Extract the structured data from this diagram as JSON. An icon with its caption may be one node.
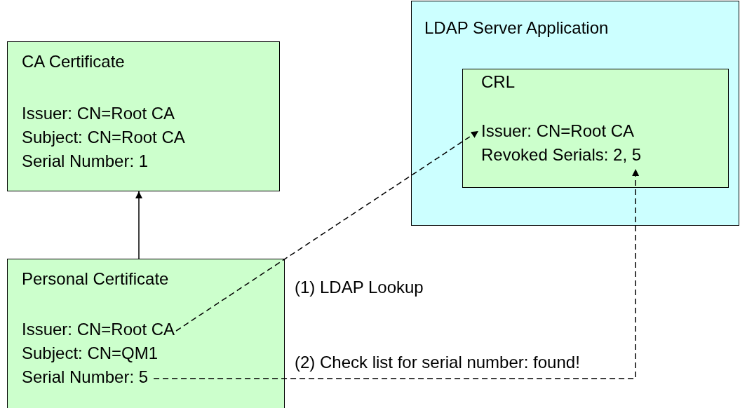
{
  "diagram": {
    "nodes": [
      {
        "text": [
          "CA Certificate",
          "Issuer: CN=Root CA",
          "Subject: CN=Root CA",
          "Serial Number: 1"
        ]
      },
      {
        "text": [
          "LDAP Server Application"
        ]
      },
      {
        "text": [
          "CRL"
        ],
        "in": 1
      },
      {
        "text": [
          "Issuer: CN=Root CA"
        ],
        "in": 2
      },
      {
        "text": [
          "Revoked Serials: 2, 5"
        ],
        "in": 2
      },
      {
        "text": [
          "Personal Certificate",
          "Subject: CN=QM1"
        ]
      },
      {
        "text": [
          "Issuer: CN=Root CA"
        ],
        "in": 5
      },
      {
        "text": [
          "Serial Number: 5"
        ],
        "in": 5
      }
    ],
    "edges": [
      {
        "from": 5,
        "to": 0,
        "arrow": "to"
      },
      {
        "from": 6,
        "to": 3,
        "arrow": "to",
        "style": "dashed",
        "label": "(1) LDAP Lookup"
      },
      {
        "from": 7,
        "to": 4,
        "arrow": "to",
        "style": "dashed",
        "label": "(2) Check list for serial number: found!"
      }
    ]
  }
}
